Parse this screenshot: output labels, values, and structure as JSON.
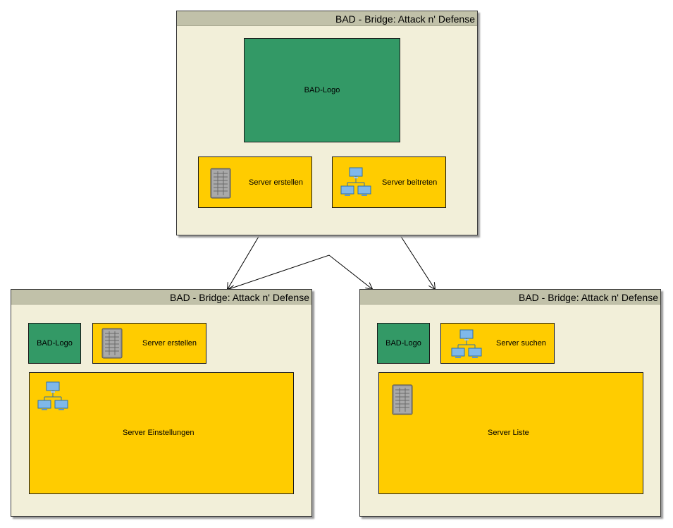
{
  "window_title": "BAD - Bridge: Attack n' Defense",
  "main_window": {
    "title": "BAD - Bridge: Attack n' Defense",
    "logo": "BAD-Logo",
    "btn_create": "Server erstellen",
    "btn_join": "Server beitreten"
  },
  "create_window": {
    "title": "BAD - Bridge: Attack n' Defense",
    "logo": "BAD-Logo",
    "btn_create": "Server erstellen",
    "panel": "Server Einstellungen"
  },
  "join_window": {
    "title": "BAD - Bridge: Attack n' Defense",
    "logo": "BAD-Logo",
    "btn_search": "Server suchen",
    "panel": "Server Liste"
  },
  "icons": {
    "server": "server-tower-icon",
    "network": "network-icon"
  },
  "colors": {
    "window_bg": "#f2efd9",
    "title_bar": "#c1c1a9",
    "logo": "#339966",
    "button": "#ffcc00"
  }
}
